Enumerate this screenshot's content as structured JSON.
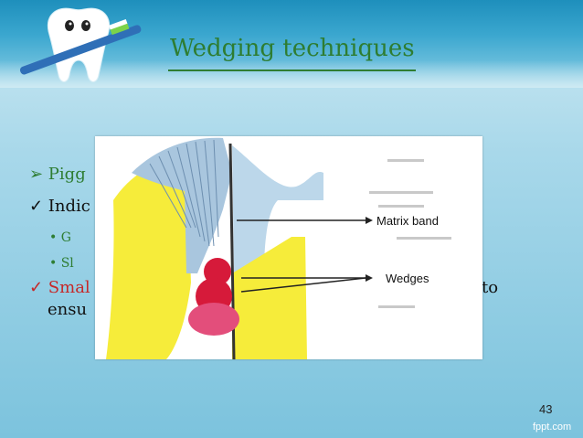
{
  "slide": {
    "title": "Wedging techniques",
    "page_number": "43",
    "brand": "fppt.com"
  },
  "bullets": {
    "b1_visible": "➢ Pigg",
    "b2_visible": "✓ Indic",
    "b3_visible": "• G",
    "b4_visible": "• Sl",
    "b5_visible": "✓ Smal",
    "b5_tail": "to",
    "b6_visible": "ensu"
  },
  "figure": {
    "matrix_label": "Matrix band",
    "wedges_label": "Wedges"
  },
  "colors": {
    "title": "#2e7d32",
    "accent_red": "#c62828",
    "band": "#1e8fbc"
  }
}
